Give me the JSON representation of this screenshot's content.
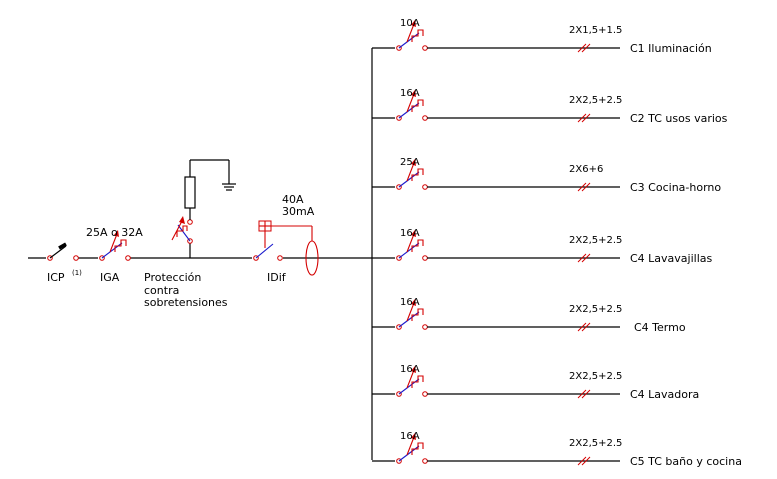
{
  "main_line": {
    "icp_label": "ICP",
    "icp_note": "(1)",
    "iga_label": "IGA",
    "iga_rating": "25A o 32A",
    "surge_label_lines": [
      "Protección",
      "contra",
      "sobretensiones"
    ],
    "idif_label": "IDif",
    "idif_rating_lines": [
      "40A",
      "30mA"
    ]
  },
  "circuits": [
    {
      "rating": "10A",
      "cable": "2X1,5+1.5",
      "name": "C1 Iluminación"
    },
    {
      "rating": "16A",
      "cable": "2X2,5+2.5",
      "name": "C2 TC usos varios"
    },
    {
      "rating": "25A",
      "cable": "2X6+6",
      "name": "C3 Cocina-horno"
    },
    {
      "rating": "16A",
      "cable": "2X2,5+2.5",
      "name": "C4 Lavavajillas"
    },
    {
      "rating": "16A",
      "cable": "2X2,5+2.5",
      "name": "C4 Termo"
    },
    {
      "rating": "16A",
      "cable": "2X2,5+2.5",
      "name": "C4 Lavadora"
    },
    {
      "rating": "16A",
      "cable": "2X2,5+2.5",
      "name": "C5 TC baño y cocina"
    }
  ],
  "colors": {
    "wire": "#000000",
    "breaker": "#d40000",
    "actuator": "#1b1bcc"
  }
}
